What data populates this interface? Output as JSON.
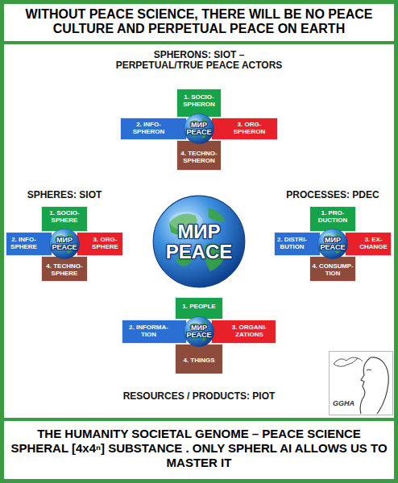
{
  "diagram": {
    "title": "WITHOUT PEACE SCIENCE, THERE WILL BE NO PEACE CULTURE AND PERPETUAL PEACE ON EARTH",
    "caption": "THE HUMANITY SOCIETAL GENOME – PEACE SCIENCE SPHERAL [4x4ⁿ] SUBSTANCE . ONLY SPHERL AI ALLOWS US TO MASTER IT",
    "nodes": [
      {
        "text": [
          "1. SOCIO- SPHERON"
        ]
      },
      {
        "text": [
          "2. INFO- SPHERON"
        ]
      },
      {
        "text": [
          "МИР PEACE"
        ]
      },
      {
        "text": [
          "3. ORG- SPHERON"
        ]
      },
      {
        "text": [
          "4. TECHNO- SPHERON"
        ]
      },
      {
        "text": [
          "1. SOCIO- SPHERE"
        ]
      },
      {
        "text": [
          "2. INFO- SPHERE"
        ]
      },
      {
        "text": [
          "МИР PEACE"
        ]
      },
      {
        "text": [
          "3. ORG- SPHERE"
        ]
      },
      {
        "text": [
          "4. TECHNO- SPHERE"
        ]
      },
      {
        "text": [
          "МИР PEACE"
        ]
      },
      {
        "text": [
          "1. PRO- DUCTION"
        ]
      },
      {
        "text": [
          "2. DISTRI- BUTION"
        ]
      },
      {
        "text": [
          "МИР PEACE"
        ]
      },
      {
        "text": [
          "3. EX- CHANGE"
        ]
      },
      {
        "text": [
          "4. CONSUMP- TION"
        ]
      },
      {
        "text": [
          "1. PEOPLE"
        ]
      },
      {
        "text": [
          "2. INFORMA- TION"
        ]
      },
      {
        "text": [
          "МИР PEACE"
        ]
      },
      {
        "text": [
          "3. ORGANI- ZATIONS"
        ]
      },
      {
        "text": [
          "4. THINGS"
        ]
      }
    ],
    "labels": [
      "SPHERONS: SIOT – PERPETUAL/TRUE PEACE ACTORS",
      "SPHERES: SIOT",
      "PROCESSES: PDEC",
      "RESOURCES / PRODUCTS: PIOT",
      "GGHA"
    ]
  }
}
